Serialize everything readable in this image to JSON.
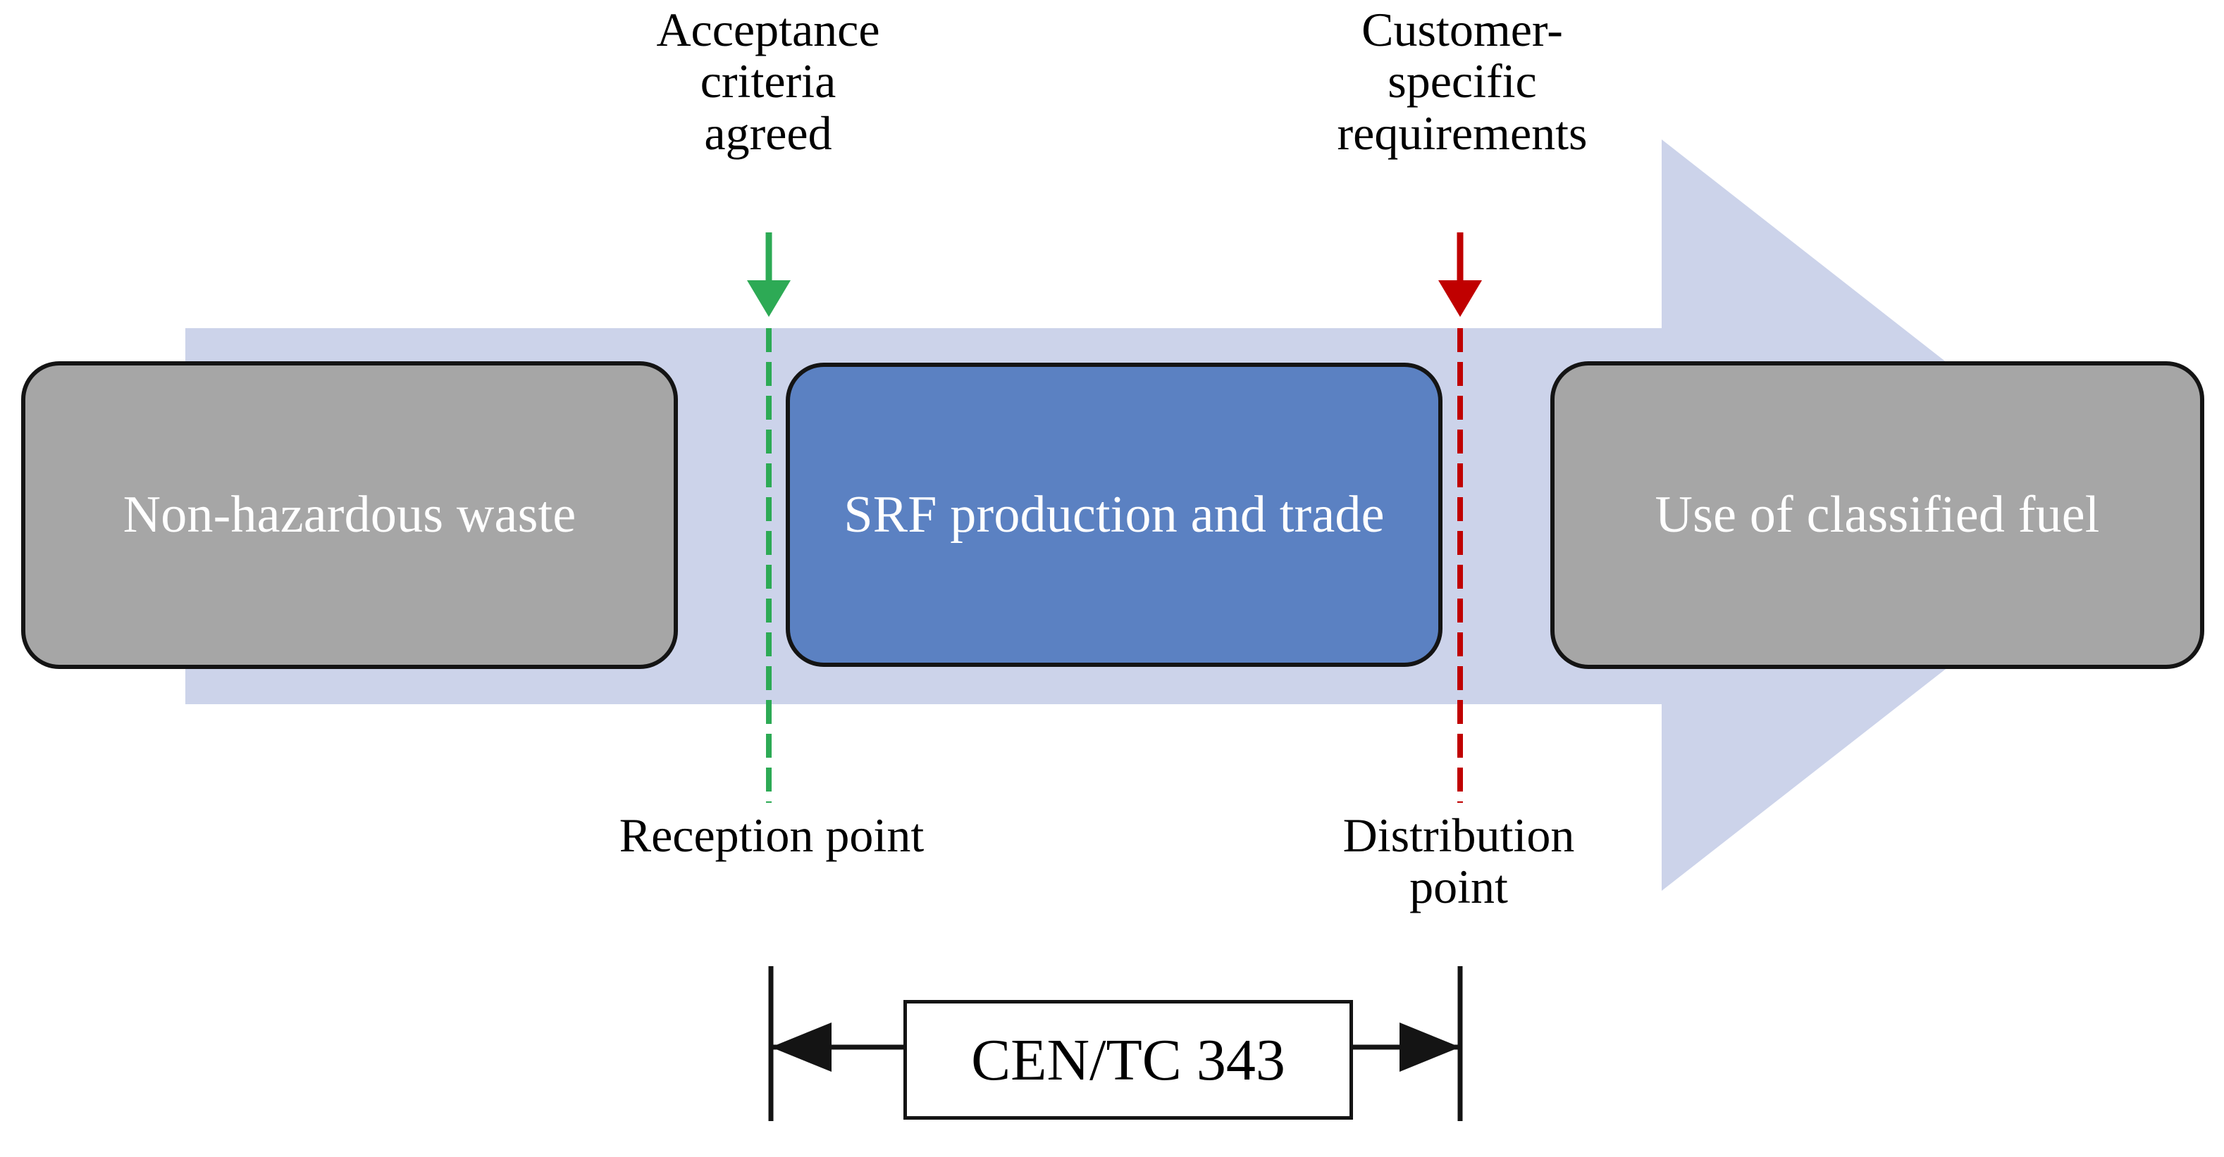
{
  "diagram": {
    "title_text_present": false,
    "colors": {
      "arrow_band": "#ccd3ea",
      "box_gray": "#a6a6a6",
      "box_blue": "#5b81c2",
      "box_border": "#141414",
      "green_marker": "#2daa55",
      "red_marker": "#c00000",
      "text_on_box": "#ffffff",
      "text_black": "#000000"
    },
    "process_boxes": [
      {
        "id": "waste",
        "label": "Non-hazardous\nwaste",
        "fill": "gray"
      },
      {
        "id": "srf",
        "label": "SRF production\nand trade",
        "fill": "blue"
      },
      {
        "id": "fuel",
        "label": "Use of classified\nfuel",
        "fill": "gray"
      }
    ],
    "top_callouts": [
      {
        "id": "acceptance",
        "label": "Acceptance\ncriteria\nagreed",
        "marker_color": "#2daa55"
      },
      {
        "id": "customer",
        "label": "Customer-\nspecific\nrequirements",
        "marker_color": "#c00000"
      }
    ],
    "boundary_points": [
      {
        "id": "reception",
        "label": "Reception point",
        "marker_color": "#2daa55"
      },
      {
        "id": "distribution",
        "label": "Distribution\npoint",
        "marker_color": "#c00000"
      }
    ],
    "scope": {
      "label": "CEN/TC 343",
      "spans_from": "Reception point",
      "spans_to": "Distribution point"
    }
  }
}
